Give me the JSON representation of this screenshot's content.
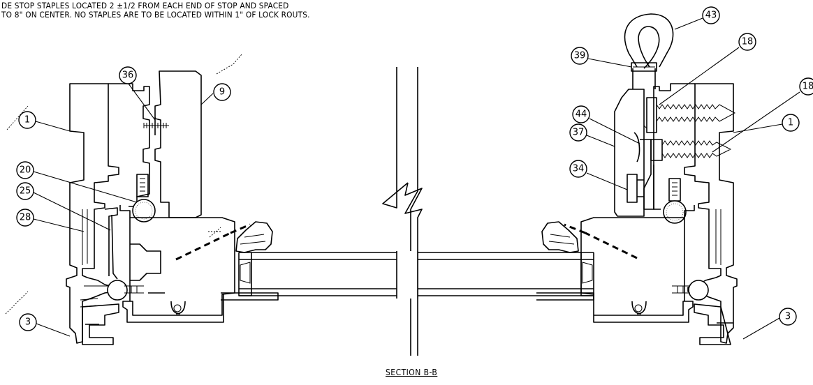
{
  "note": {
    "line1": "DE STOP STAPLES LOCATED 2 ±1/2 FROM EACH END OF STOP AND SPACED",
    "line2": " TO 8\" ON CENTER.  NO STAPLES ARE TO BE LOCATED WITHIN 1\" OF LOCK ROUTS."
  },
  "callouts": {
    "c36": "36",
    "c9": "9",
    "c1l": "1",
    "c20": "20",
    "c25": "25",
    "c28": "28",
    "c3l": "3",
    "c43": "43",
    "c39": "39",
    "c18a": "18",
    "c18b": "18",
    "c44": "44",
    "c37": "37",
    "c1r": "1",
    "c34": "34",
    "c3r": "3"
  },
  "section_title": "SECTION B-B"
}
